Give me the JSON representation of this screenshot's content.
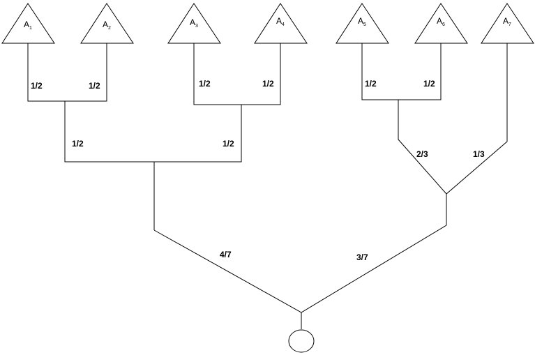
{
  "leaves": [
    {
      "letter": "A",
      "index": "1"
    },
    {
      "letter": "A",
      "index": "2"
    },
    {
      "letter": "A",
      "index": "3"
    },
    {
      "letter": "A",
      "index": "4"
    },
    {
      "letter": "A",
      "index": "5"
    },
    {
      "letter": "A",
      "index": "6"
    },
    {
      "letter": "A",
      "index": "7"
    }
  ],
  "weights": {
    "a1_branch": "1/2",
    "a2_branch": "1/2",
    "a3_branch": "1/2",
    "a4_branch": "1/2",
    "a5_branch": "1/2",
    "a6_branch": "1/2",
    "a12_branch": "1/2",
    "a34_branch": "1/2",
    "a56_branch": "2/3",
    "a7_branch": "1/3",
    "left_group_branch": "4/7",
    "right_group_branch": "3/7"
  }
}
